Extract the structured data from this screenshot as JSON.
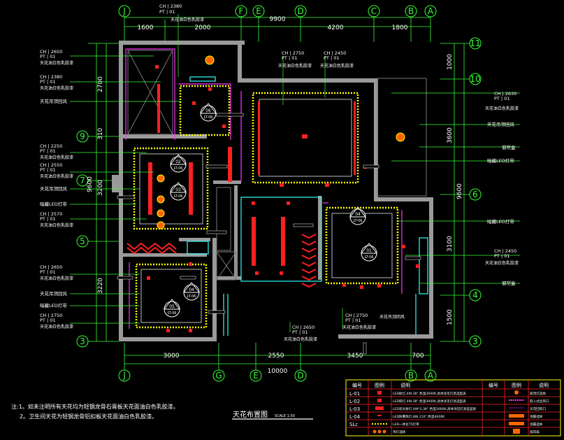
{
  "grid_top": [
    "J",
    "F",
    "E",
    "D",
    "C",
    "B",
    "A"
  ],
  "grid_bottom": [
    "J",
    "G",
    "E",
    "D",
    "B",
    "A"
  ],
  "grid_right": [
    "11",
    "10",
    "6",
    "4",
    "3"
  ],
  "grid_left": [
    "9",
    "7",
    "5",
    "3"
  ],
  "dims_top": {
    "total": "9900",
    "d1": "1600",
    "d2": "2000",
    "d3": "4200",
    "d4": "1800"
  },
  "dims_bottom": {
    "total": "10000",
    "d1": "3000",
    "d2": "2550",
    "d3": "3450",
    "d4": "700"
  },
  "dims_left": {
    "total": "9600",
    "d1": "2700",
    "d2": "310",
    "d3": "3200",
    "d4": "3220"
  },
  "dims_right": {
    "total": "9600",
    "d1": "1000",
    "d2": "3600",
    "d3": "3100",
    "d4": "1500"
  },
  "top_tag": {
    "ch": "CH | 2380",
    "pt": "PT | 01",
    "desc": "天花油白色乳胶漆"
  },
  "left_tags": [
    {
      "ch": "CH | 2650",
      "pt": "PT | 01",
      "desc": "天花油白色乳胶漆"
    },
    {
      "ch": "CH | 2380",
      "pt": "PT | 01",
      "desc": "天花油白色乳胶漆"
    },
    {
      "ch": "CH | 2250",
      "pt": "PT | 01",
      "desc": "天花油白色乳胶漆"
    },
    {
      "ch": "CH | 2550",
      "pt": "PT | 01",
      "desc": "天花油白色乳胶漆"
    },
    {
      "ch": "CH | 2570",
      "pt": "PT | 01",
      "desc": "天花油白色乳胶漆"
    },
    {
      "ch": "CH | 2650",
      "pt": "PT | 01",
      "desc": "天花油白色乳胶漆"
    },
    {
      "ch": "CH | 2750",
      "pt": "PT | 01",
      "desc": "天花油白色乳胶漆"
    }
  ],
  "left_notes": [
    "天花吊顶回风",
    "天花吊顶回风",
    "暗藏LED灯带",
    "天花吊顶回风",
    "暗藏LED灯带"
  ],
  "right_tags": [
    {
      "ch": "CH | 2630",
      "pt": "PT | 01",
      "desc": "天花油白色乳胶漆"
    },
    {
      "ch": "CH | 2450",
      "pt": "PT | 01",
      "desc": "天花油白色乳胶漆"
    }
  ],
  "right_notes": [
    "天花吊顶回风",
    "窗帘盒",
    "暗藏LED灯带",
    "暗藏LED灯带",
    "窗帘盒"
  ],
  "inner_tags": [
    {
      "ch": "CH | 2750",
      "pt": "PT | 01",
      "desc": "天花油白色乳胶漆"
    },
    {
      "ch": "CH | 2450",
      "pt": "PT | 01",
      "desc": "天花油白色乳胶漆"
    },
    {
      "ch": "CH | 2750",
      "pt": "PT | 01",
      "desc": "天花油白色乳胶漆"
    },
    {
      "ch": "CH | 2650",
      "pt": "PT | 01",
      "desc": "天花油白色乳胶漆"
    }
  ],
  "inner_note": "天花吊顶回风",
  "markers": [
    {
      "num": "06",
      "sheet": "LT-06"
    },
    {
      "num": "02",
      "sheet": "LT-06"
    },
    {
      "num": "03",
      "sheet": "LT-06"
    },
    {
      "num": "04",
      "sheet": "LT-06"
    },
    {
      "num": "01",
      "sheet": "LT-06"
    },
    {
      "num": "04",
      "sheet": "LT-06"
    },
    {
      "num": "05",
      "sheet": "LT-06"
    }
  ],
  "notes": [
    "注:1。如未注明所有天花均为轻钢龙骨石膏板天花面油白色乳胶漆。",
    "2。卫生间天花为轻钢龙骨铝扣板天花面油白色乳胶漆。"
  ],
  "title": "天花布置图",
  "scale": "SCALE 1:50",
  "legend": {
    "headers": [
      "编号",
      "图例",
      "说明",
      "编号",
      "图例",
      "说明"
    ],
    "rows": [
      {
        "code": "L-01",
        "desc": "LED射灯,4W,38°,色温3000K,具体详见灯具选型表"
      },
      {
        "code": "L-02",
        "desc": "LED筒灯,4W,38°,色温3000K,具体详见灯具选型表"
      },
      {
        "code": "L-03",
        "desc": "LED双头射灯,4W*2,38°,色温3000K,具体详见灯具选型表"
      },
      {
        "code": "L-04",
        "desc": "LED防雾筒灯,8W,110°,色温4000K"
      },
      {
        "code": "SLc",
        "desc": "LED一体化T5灯带"
      },
      {
        "code": "",
        "desc": "吊灯选样"
      }
    ],
    "right_rows": [
      "吸顶灯选样",
      "嵌入式出风口",
      "天花回风口",
      "浴霸选样",
      "浴霸选样",
      "排风扇"
    ]
  },
  "colors": {
    "wall": "#9a9a9a",
    "dim": "#33ff33",
    "led": "#ffff00",
    "red": "#ff2020",
    "magenta": "#ff33ff",
    "cyan": "#33ffff",
    "white": "#ffffff"
  }
}
